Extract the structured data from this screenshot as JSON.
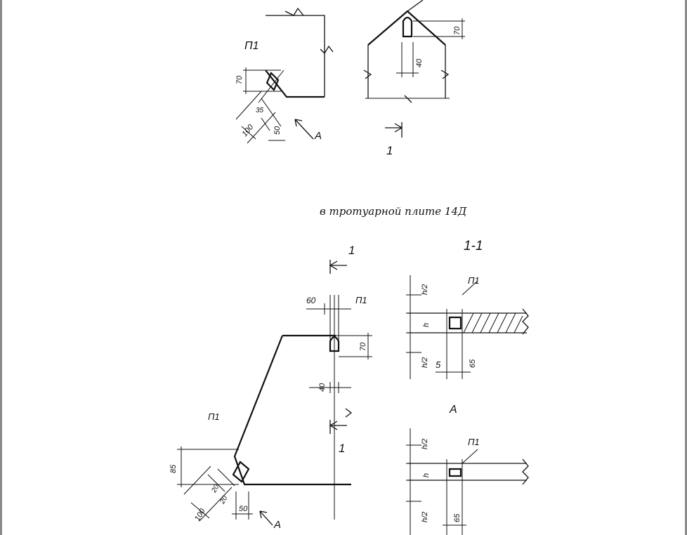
{
  "caption": "в тротуарной плите 14Д",
  "section_title": "1-1",
  "view_label": "A",
  "part_label": "П1",
  "section_mark": "1",
  "dimensions": {
    "d60": "60",
    "d70": "70",
    "d40": "40",
    "d65": "65",
    "d5": "5",
    "d85": "85",
    "d100": "100",
    "d50": "50",
    "d20": "20",
    "d35": "35",
    "h": "h",
    "h2": "h/2"
  }
}
